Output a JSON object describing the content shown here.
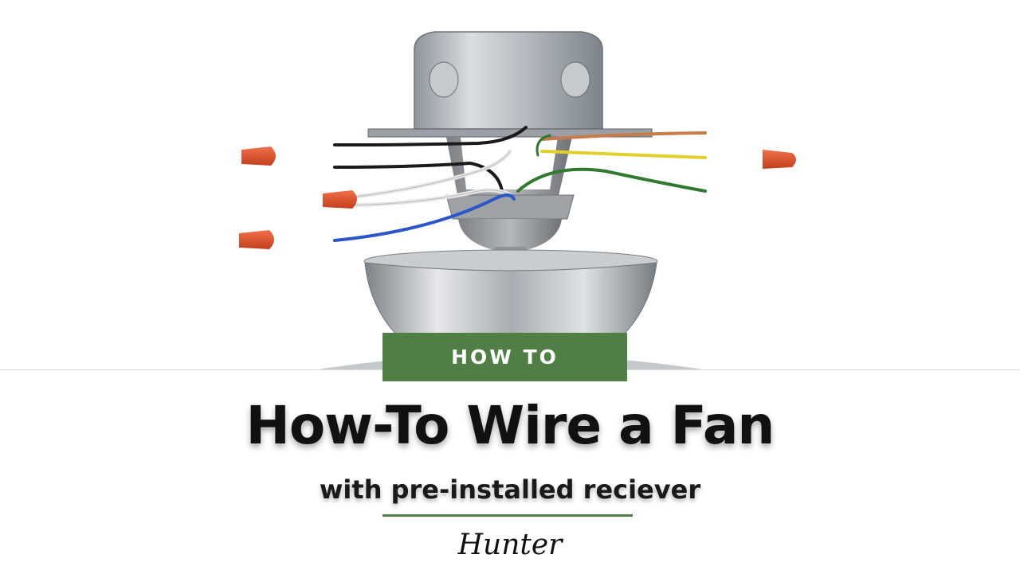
{
  "badge": {
    "label": "HOW TO"
  },
  "title": {
    "text": "How-To Wire a Fan"
  },
  "subtitle": {
    "text": "with pre-installed reciever"
  },
  "brand": {
    "name": "Hunter"
  },
  "colors": {
    "accent_green": "#4f7f45",
    "wire_nut_orange": "#e0532a",
    "wire_black": "#1a1a1a",
    "wire_white": "#e8e8e8",
    "wire_blue": "#2a56c8",
    "wire_yellow": "#e3cf2a",
    "wire_green": "#2f7a2f",
    "wire_copper": "#c77a4a",
    "metal": "#b8bcc0"
  },
  "icons": [
    "wire-nut-icon",
    "junction-box-icon",
    "fan-canopy-icon"
  ]
}
